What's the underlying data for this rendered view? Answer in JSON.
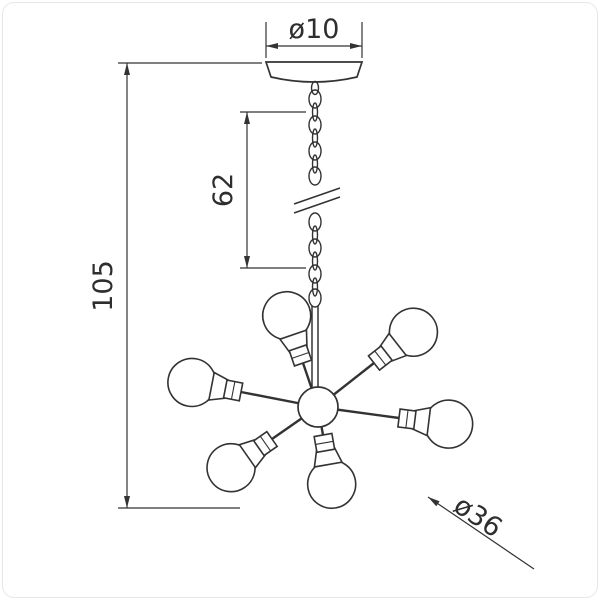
{
  "drawing": {
    "type": "technical-dimension-drawing",
    "subject": "sputnik chandelier with 6 bulbs on chain suspension",
    "labels": {
      "canopy_diameter": "ø10",
      "chain_length": "62",
      "overall_height": "105",
      "fixture_diameter": "ø36"
    }
  },
  "colors": {
    "line": "#333333",
    "background": "#ffffff"
  }
}
